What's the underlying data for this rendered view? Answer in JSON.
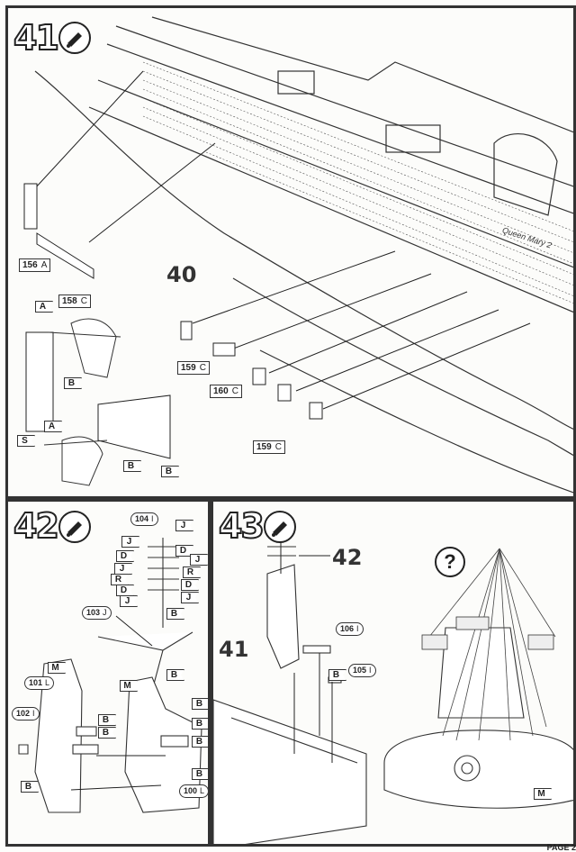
{
  "step41": {
    "number": "41",
    "assembly_ref": "40",
    "parts": [
      {
        "id": "156",
        "letter": "A"
      },
      {
        "id": "158",
        "letter": "C"
      },
      {
        "id": "159",
        "letter": "C"
      },
      {
        "id": "160",
        "letter": "C"
      },
      {
        "id": "159",
        "letter": "C"
      }
    ],
    "flags": [
      "A",
      "B",
      "A",
      "S",
      "B",
      "B"
    ],
    "ship_name": "Queen Mary 2"
  },
  "step42": {
    "number": "42",
    "parts": [
      {
        "id": "104",
        "letter": "I"
      },
      {
        "id": "103",
        "letter": "J"
      },
      {
        "id": "101",
        "letter": "L"
      },
      {
        "id": "102",
        "letter": "I"
      },
      {
        "id": "100",
        "letter": "L"
      }
    ],
    "mast_flags": [
      "J",
      "J",
      "D",
      "D",
      "J",
      "J",
      "R",
      "R",
      "D",
      "D",
      "J",
      "J",
      "B"
    ],
    "other_flags": [
      "B",
      "M",
      "B",
      "B",
      "M",
      "B",
      "B",
      "B",
      "B",
      "B"
    ]
  },
  "step43": {
    "number": "43",
    "ref_42": "42",
    "ref_41": "41",
    "parts": [
      {
        "id": "106",
        "letter": "I"
      },
      {
        "id": "105",
        "letter": "I"
      }
    ],
    "flags": [
      "B",
      "M"
    ],
    "question_mark": "?"
  },
  "footer": {
    "page": "PAGE 2"
  }
}
